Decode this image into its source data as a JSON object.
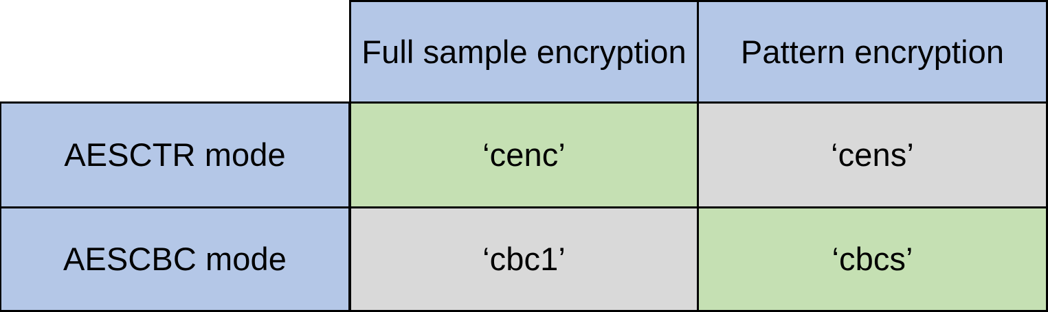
{
  "table": {
    "corner_label": "",
    "column_headers": [
      "Full sample encryption",
      "Pattern encryption"
    ],
    "row_headers": [
      "AESCTR mode",
      "AESCBC mode"
    ],
    "rows": [
      {
        "header": "AESCTR mode",
        "cells": [
          {
            "value": "‘cenc’",
            "fill": "#c5e0b3"
          },
          {
            "value": "‘cens’",
            "fill": "#d9d9d9"
          }
        ]
      },
      {
        "header": "AESCBC mode",
        "cells": [
          {
            "value": "‘cbc1’",
            "fill": "#d9d9d9"
          },
          {
            "value": "‘cbcs’",
            "fill": "#c5e0b3"
          }
        ]
      }
    ],
    "colors": {
      "header_fill": "#b4c7e7",
      "highlight_fill": "#c5e0b3",
      "neutral_fill": "#d9d9d9",
      "border": "#000000",
      "text": "#000000",
      "background": "#ffffff"
    }
  }
}
